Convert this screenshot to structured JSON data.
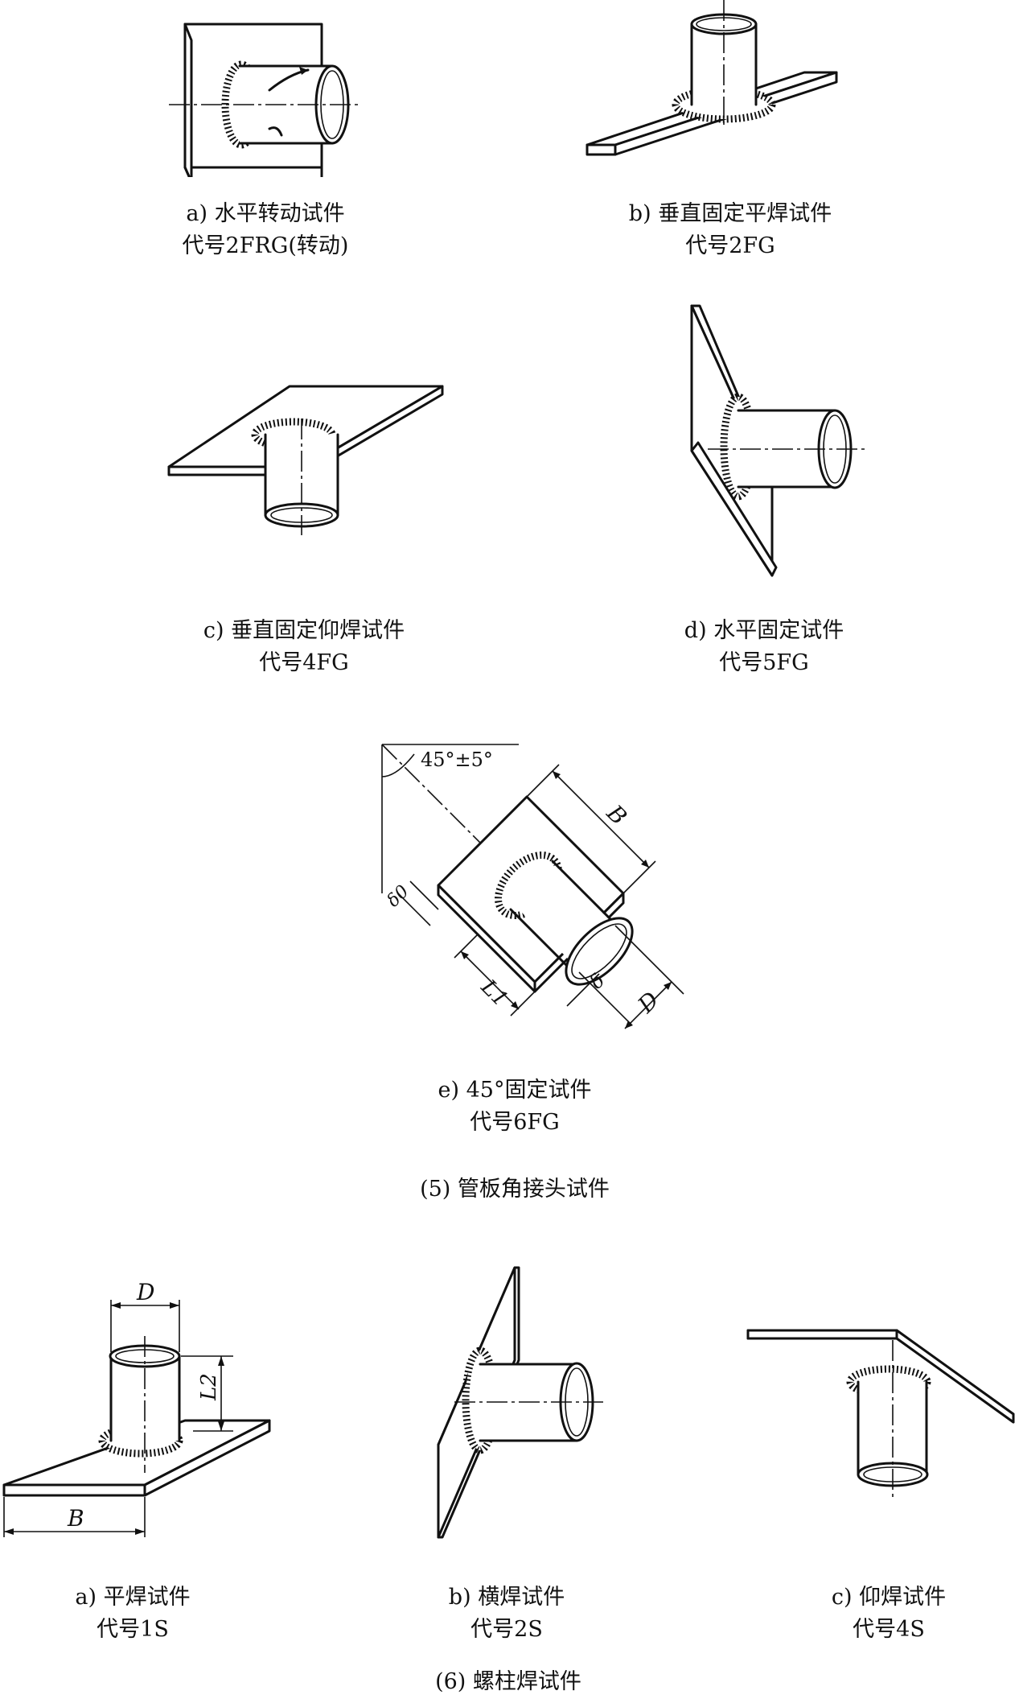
{
  "section5": {
    "title": "(5) 管板角接头试件",
    "a": {
      "line1": "a) 水平转动试件",
      "line2": "代号2FRG(转动)"
    },
    "b": {
      "line1": "b) 垂直固定平焊试件",
      "line2": "代号2FG"
    },
    "c": {
      "line1": "c) 垂直固定仰焊试件",
      "line2": "代号4FG"
    },
    "d": {
      "line1": "d) 水平固定试件",
      "line2": "代号5FG"
    },
    "e": {
      "line1": "e) 45°固定试件",
      "line2": "代号6FG",
      "angle_label": "45°±5°",
      "dim_B": "B",
      "dim_D": "D",
      "dim_delta0": "δ0",
      "dim_delta": "δ",
      "dim_L1": "L1"
    }
  },
  "section6": {
    "title": "(6) 螺柱焊试件",
    "a": {
      "line1": "a) 平焊试件",
      "line2": "代号1S",
      "dim_D": "D",
      "dim_L2": "L2",
      "dim_B": "B"
    },
    "b": {
      "line1": "b) 横焊试件",
      "line2": "代号2S"
    },
    "c": {
      "line1": "c) 仰焊试件",
      "line2": "代号4S"
    }
  }
}
